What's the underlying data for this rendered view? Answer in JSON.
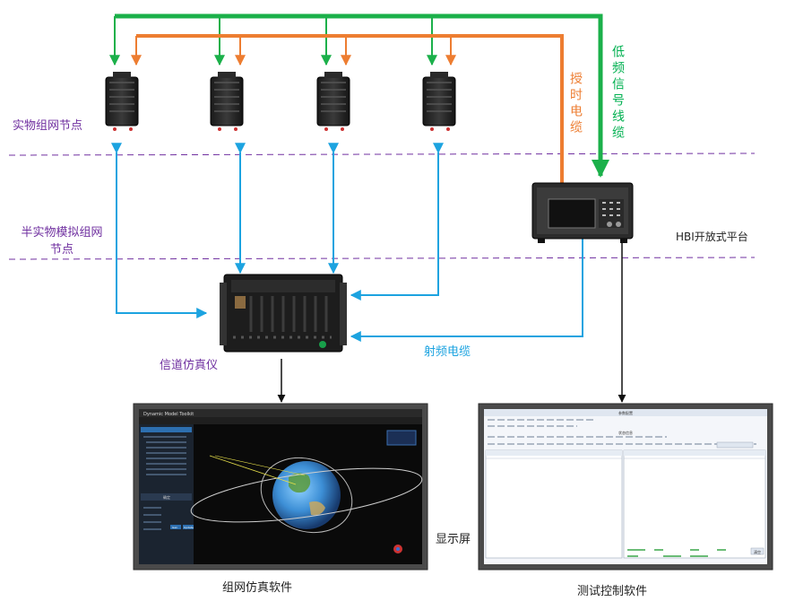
{
  "labels": {
    "physical_nodes": "实物组网节点",
    "semi_physical_line1": "半实物模拟组网",
    "semi_physical_line2": "节点",
    "hbi_platform": "HBI开放式平台",
    "timing_cable": "授时电缆",
    "low_freq_cable": "低频信号线缆",
    "channel_emulator": "信道仿真仪",
    "rf_cable": "射频电缆",
    "display_screen": "显示屏",
    "network_sim_software": "组网仿真软件",
    "test_control_software": "测试控制软件"
  },
  "sim_screen": {
    "window_title": "Dynamic Model Toolkit",
    "panel_button": "确定",
    "button_ok": "Gen",
    "button_settings": "Update"
  },
  "test_screen": {
    "window_title": "参数配置",
    "section_2": "状态信息",
    "button_clear": "清空"
  },
  "colors": {
    "green_cable": "#1bb04a",
    "orange_cable": "#ed7d31",
    "blue_cable": "#1ca3e0",
    "divider": "#7030a0"
  }
}
